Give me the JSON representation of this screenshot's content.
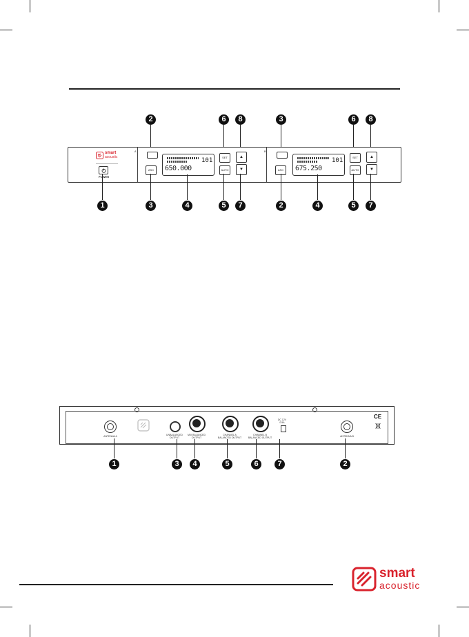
{
  "front_panel": {
    "brand_top": "smart",
    "brand_bottom": "acoustic",
    "power_label": "POWER",
    "ch_a": {
      "ch_tag": "A",
      "mode_label": "ASC",
      "set_label": "SET",
      "auto_label": "AUTO",
      "up_label": "▲",
      "down_label": "▼",
      "frequency": "650.000",
      "channel": "101"
    },
    "ch_b": {
      "ch_tag": "B",
      "mode_label": "ASC",
      "set_label": "SET",
      "auto_label": "AUTO",
      "up_label": "▲",
      "down_label": "▼",
      "frequency": "675.250",
      "channel": "101"
    },
    "callouts_top_a": [
      "2",
      "6",
      "8"
    ],
    "callouts_bottom_a": [
      "1",
      "3",
      "4",
      "5",
      "7"
    ],
    "callouts_top_b": [
      "3",
      "6",
      "8"
    ],
    "callouts_bottom_b": [
      "2",
      "4",
      "5",
      "7"
    ]
  },
  "rear_panel": {
    "antenna_a_label": "ANTENNA A",
    "antenna_b_label": "ANTENNA B",
    "unbal_label": "UNBALANCED OUTPUT",
    "mix_label": "MIX BALANCED OUTPUT",
    "ch_a_label": "CHANNEL A BALANCED OUTPUT",
    "ch_b_label": "CHANNEL B BALANCED OUTPUT",
    "dc_label": "DC 12V 0.5A",
    "ce_mark": "CE",
    "callouts": [
      "1",
      "3",
      "4",
      "5",
      "6",
      "7",
      "2"
    ]
  },
  "logo": {
    "line1": "smart",
    "line2": "acoustic",
    "color": "#d9232d"
  }
}
